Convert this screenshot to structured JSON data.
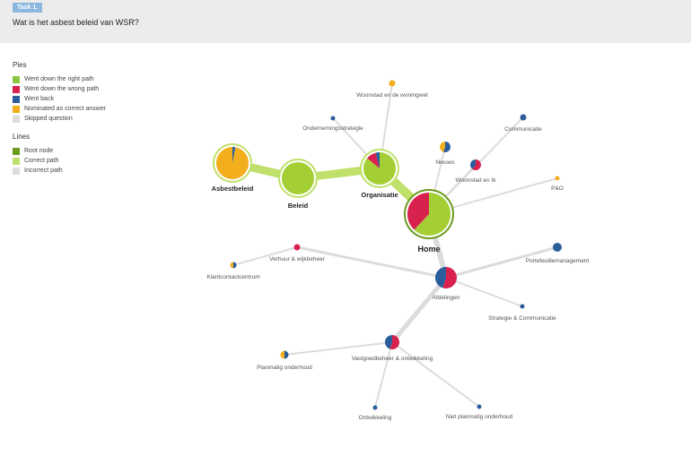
{
  "task": {
    "badge": "Task 1.",
    "question": "Wat is het asbest beleid van WSR?"
  },
  "legend": {
    "pies_title": "Pies",
    "pies": [
      {
        "label": "Went down the right path",
        "color": "#8cc63f"
      },
      {
        "label": "Went down the wrong path",
        "color": "#d9214e"
      },
      {
        "label": "Went back",
        "color": "#2b5d9b"
      },
      {
        "label": "Nominated as correct answer",
        "color": "#f2ae1c"
      },
      {
        "label": "Skipped question",
        "color": "#dcdcdc"
      }
    ],
    "lines_title": "Lines",
    "lines": [
      {
        "label": "Root node",
        "color": "#6a9a1f"
      },
      {
        "label": "Correct path",
        "color": "#bfe06a"
      },
      {
        "label": "Incorrect path",
        "color": "#dcdcdc"
      }
    ]
  },
  "colors": {
    "right": "#a3cf35",
    "wrong": "#d9214e",
    "back": "#2b5d9b",
    "nominated": "#f2ae1c",
    "skipped": "#dcdcdc",
    "root_ring": "#6a9a1f",
    "correct_line": "#bfe06a",
    "incorrect_line": "#dcdcdc"
  },
  "nodes": [
    {
      "id": "home",
      "label": "Home",
      "pie": {
        "right": 0.62,
        "wrong": 0.38
      }
    },
    {
      "id": "organisatie",
      "label": "Organisatie",
      "pie": {
        "right": 0.86,
        "wrong": 0.1,
        "back": 0.04
      }
    },
    {
      "id": "beleid",
      "label": "Beleid",
      "pie": {
        "right": 1.0
      }
    },
    {
      "id": "asbestbeleid",
      "label": "Asbestbeleid",
      "pie": {
        "nominated": 0.97,
        "back": 0.03
      }
    },
    {
      "id": "woonstad_woningwet",
      "label": "Woonstad en de woningwet",
      "pie": {
        "nominated": 1.0
      }
    },
    {
      "id": "ondernemingsstrategie",
      "label": "Ondernemingsstrategie",
      "pie": {
        "back": 1.0
      }
    },
    {
      "id": "communicatie",
      "label": "Communicatie",
      "pie": {
        "back": 1.0
      }
    },
    {
      "id": "nieuws",
      "label": "Nieuws",
      "pie": {
        "back": 0.55,
        "nominated": 0.45
      }
    },
    {
      "id": "woonstad_ik",
      "label": "Woonstad en Ik",
      "pie": {
        "wrong": 0.6,
        "back": 0.4
      }
    },
    {
      "id": "po",
      "label": "P&O",
      "pie": {
        "nominated": 1.0
      }
    },
    {
      "id": "portefeuille",
      "label": "Portefeuillemanagement",
      "pie": {
        "back": 1.0
      }
    },
    {
      "id": "afdelingen",
      "label": "Afdelingen",
      "pie": {
        "wrong": 0.55,
        "back": 0.45
      }
    },
    {
      "id": "strategie_comm",
      "label": "Strategie & Communicatie",
      "pie": {
        "back": 1.0
      }
    },
    {
      "id": "verhuur",
      "label": "Verhuur & wijkbeheer",
      "pie": {
        "wrong": 1.0
      }
    },
    {
      "id": "klantcontact",
      "label": "Klantcontactcentrum",
      "pie": {
        "back": 0.5,
        "nominated": 0.5
      }
    },
    {
      "id": "vastgoedbeheer",
      "label": "Vastgoedbeheer & ontwikkeling",
      "pie": {
        "wrong": 0.55,
        "back": 0.45
      }
    },
    {
      "id": "planmatig",
      "label": "Planmatig onderhoud",
      "pie": {
        "back": 0.5,
        "nominated": 0.5
      }
    },
    {
      "id": "ontwikkeling",
      "label": "Ontwikkeling",
      "pie": {
        "back": 1.0
      }
    },
    {
      "id": "niet_planmatig",
      "label": "Niet planmatig onderhoud",
      "pie": {
        "back": 1.0
      }
    }
  ],
  "edges": [
    {
      "from": "home",
      "to": "organisatie",
      "kind": "correct"
    },
    {
      "from": "organisatie",
      "to": "beleid",
      "kind": "correct"
    },
    {
      "from": "beleid",
      "to": "asbestbeleid",
      "kind": "correct"
    },
    {
      "from": "organisatie",
      "to": "woonstad_woningwet",
      "kind": "incorrect"
    },
    {
      "from": "organisatie",
      "to": "ondernemingsstrategie",
      "kind": "incorrect"
    },
    {
      "from": "home",
      "to": "communicatie",
      "kind": "incorrect"
    },
    {
      "from": "home",
      "to": "nieuws",
      "kind": "incorrect"
    },
    {
      "from": "home",
      "to": "woonstad_ik",
      "kind": "incorrect"
    },
    {
      "from": "home",
      "to": "po",
      "kind": "incorrect"
    },
    {
      "from": "home",
      "to": "afdelingen",
      "kind": "incorrect"
    },
    {
      "from": "afdelingen",
      "to": "portefeuille",
      "kind": "incorrect"
    },
    {
      "from": "afdelingen",
      "to": "strategie_comm",
      "kind": "incorrect"
    },
    {
      "from": "afdelingen",
      "to": "verhuur",
      "kind": "incorrect"
    },
    {
      "from": "afdelingen",
      "to": "vastgoedbeheer",
      "kind": "incorrect"
    },
    {
      "from": "verhuur",
      "to": "klantcontact",
      "kind": "incorrect"
    },
    {
      "from": "vastgoedbeheer",
      "to": "planmatig",
      "kind": "incorrect"
    },
    {
      "from": "vastgoedbeheer",
      "to": "ontwikkeling",
      "kind": "incorrect"
    },
    {
      "from": "vastgoedbeheer",
      "to": "niet_planmatig",
      "kind": "incorrect"
    }
  ]
}
